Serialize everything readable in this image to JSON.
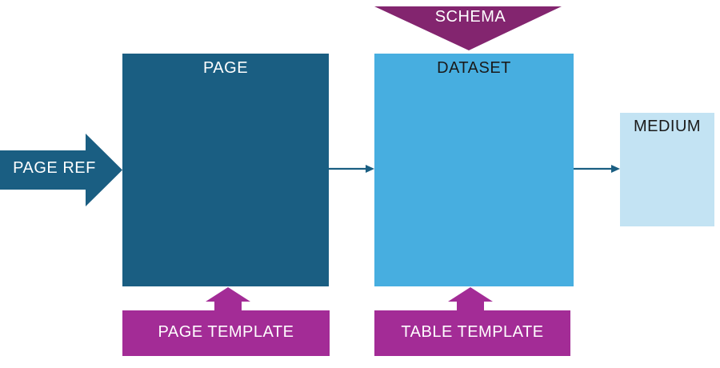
{
  "diagram": {
    "nodes": {
      "page": {
        "label": "PAGE"
      },
      "dataset": {
        "label": "DATASET"
      },
      "medium": {
        "label": "MEDIUM"
      },
      "schema": {
        "label": "SCHEMA"
      },
      "page_ref": {
        "label": "PAGE REF"
      },
      "page_template": {
        "label": "PAGE TEMPLATE"
      },
      "table_template": {
        "label": "TABLE TEMPLATE"
      }
    },
    "edges": [
      {
        "from": "PAGE REF",
        "to": "PAGE",
        "shape": "block-arrow-right"
      },
      {
        "from": "PAGE",
        "to": "DATASET",
        "shape": "thin-arrow-right"
      },
      {
        "from": "DATASET",
        "to": "MEDIUM",
        "shape": "thin-arrow-right"
      },
      {
        "from": "SCHEMA",
        "to": "DATASET",
        "shape": "triangle-down"
      },
      {
        "from": "PAGE TEMPLATE",
        "to": "PAGE",
        "shape": "block-arrow-up"
      },
      {
        "from": "TABLE TEMPLATE",
        "to": "DATASET",
        "shape": "block-arrow-up"
      }
    ],
    "colors": {
      "dark_teal": "#1A5E82",
      "light_blue": "#47AEE0",
      "pale_blue": "#C3E3F3",
      "dark_purple": "#83256F",
      "magenta": "#A32C96",
      "label_light": "#FFFFFF",
      "label_dark": "#1A1A1A"
    }
  }
}
